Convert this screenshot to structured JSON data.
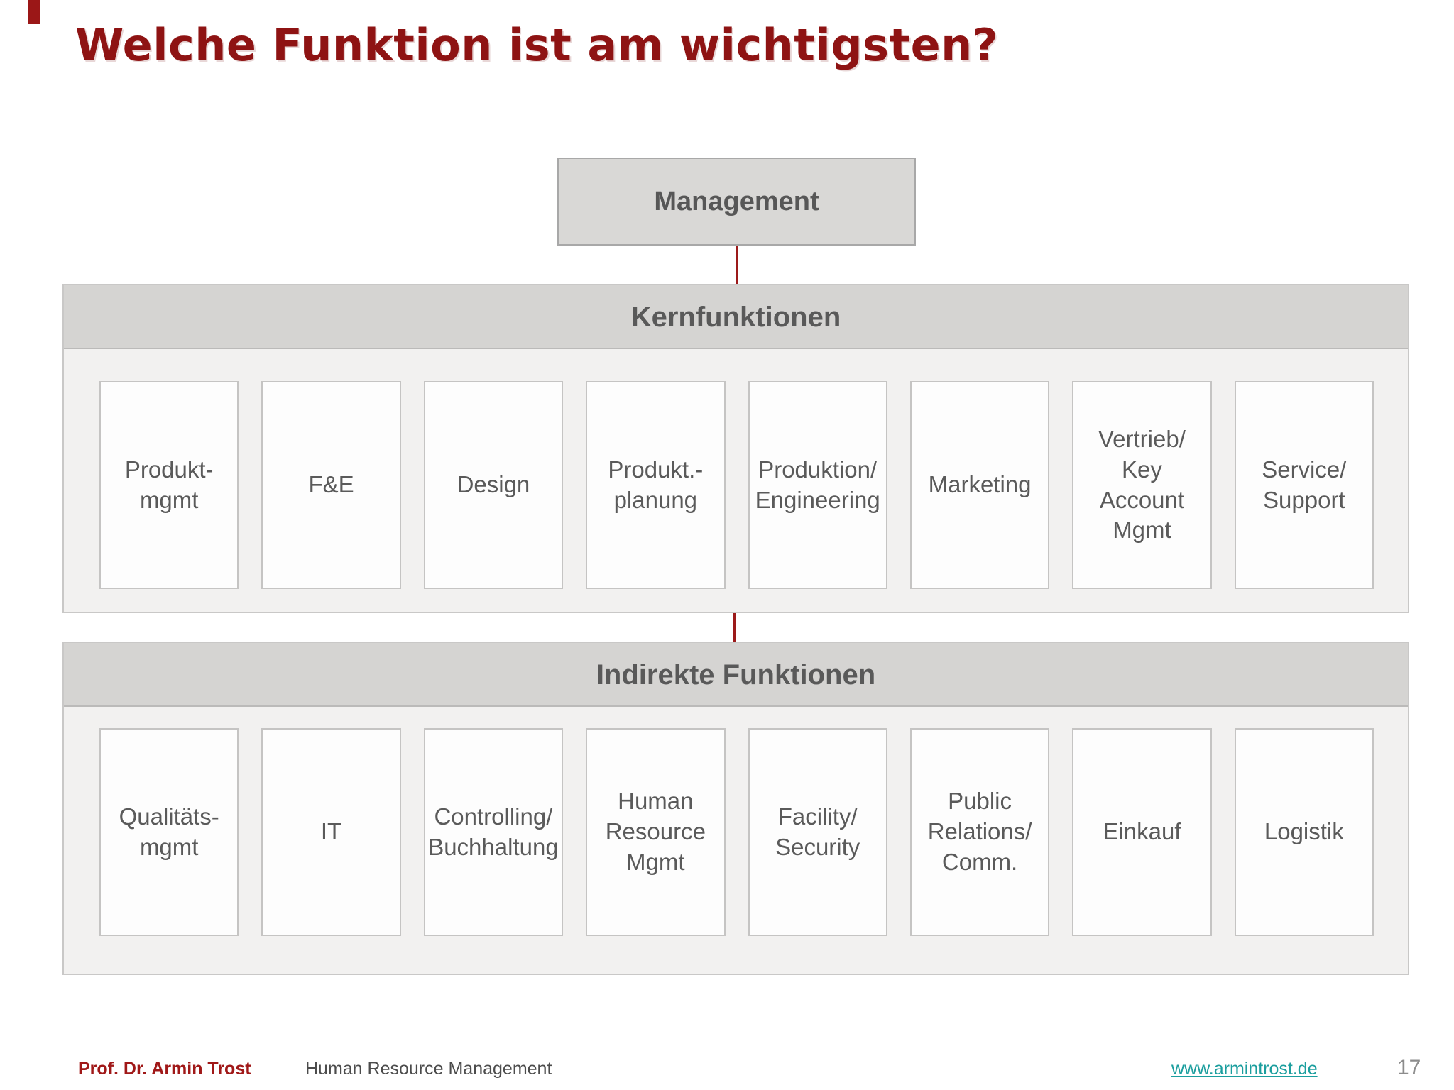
{
  "slide": {
    "title": "Welche Funktion ist am wichtigsten?",
    "management_label": "Management",
    "sections": [
      {
        "header": "Kernfunktionen",
        "boxes": [
          "Produkt-\nmgmt",
          "F&E",
          "Design",
          "Produkt.-\nplanung",
          "Produktion/\nEngineering",
          "Marketing",
          "Vertrieb/\nKey\nAccount\nMgmt",
          "Service/\nSupport"
        ]
      },
      {
        "header": "Indirekte Funktionen",
        "boxes": [
          "Qualitäts-\nmgmt",
          "IT",
          "Controlling/\nBuchhaltung",
          "Human\nResource\nMgmt",
          "Facility/\nSecurity",
          "Public\nRelations/\nComm.",
          "Einkauf",
          "Logistik"
        ]
      }
    ],
    "footer": {
      "author": "Prof. Dr. Armin Trost",
      "course": "Human Resource Management",
      "link": "www.armintrost.de",
      "page_number": "17"
    },
    "colors": {
      "title_red": "#8e1313",
      "footer_red": "#a01818",
      "connector_red": "#9c1a1a",
      "link_teal": "#1b9e9e",
      "band_header_gray": "#d5d4d2",
      "band_body_gray": "#f2f1f0",
      "box_border_gray": "#c5c4c3",
      "text_gray": "#5a5a5a"
    }
  }
}
